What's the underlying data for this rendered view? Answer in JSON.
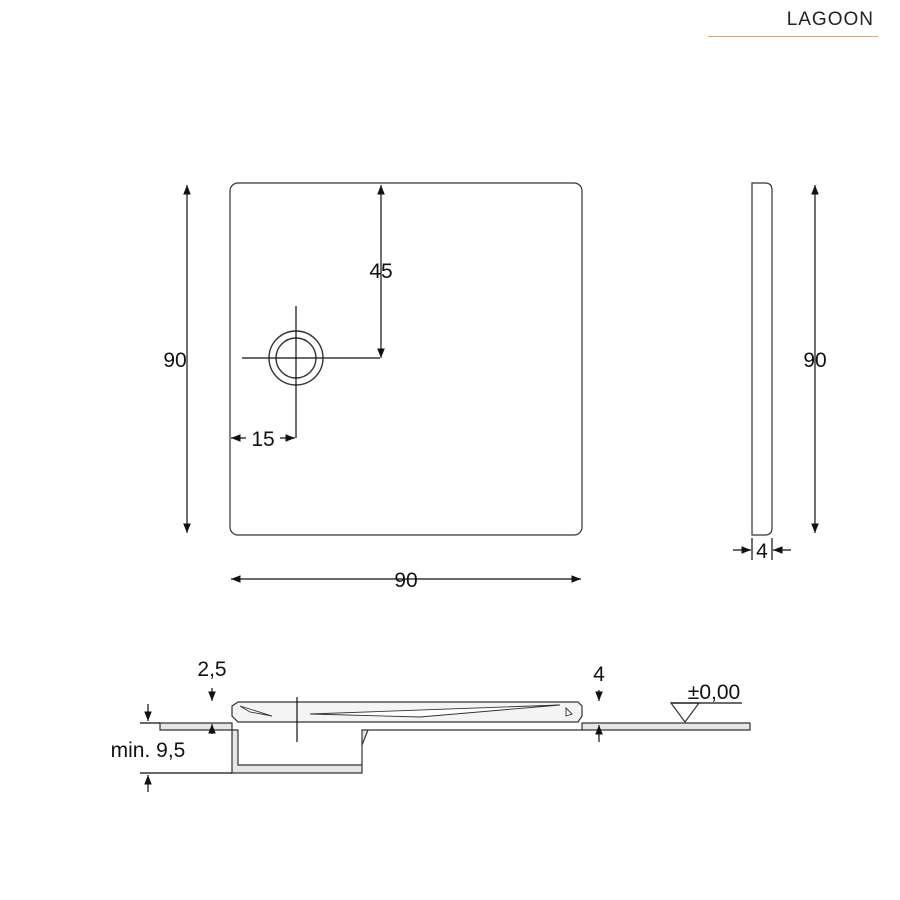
{
  "brand": {
    "name": "LAGOON"
  },
  "top_view": {
    "height": "90",
    "width": "90",
    "drain_from_top": "45",
    "drain_from_left": "15"
  },
  "side_view": {
    "height": "90",
    "thickness": "4"
  },
  "section_view": {
    "lip": "2,5",
    "tray_height": "4",
    "floor_level": "±0,00",
    "min_depth": "min. 9,5"
  },
  "colors": {
    "accent_rule": "#e8a06f",
    "line": "#111111",
    "section_fill": "#e6e6e6"
  }
}
